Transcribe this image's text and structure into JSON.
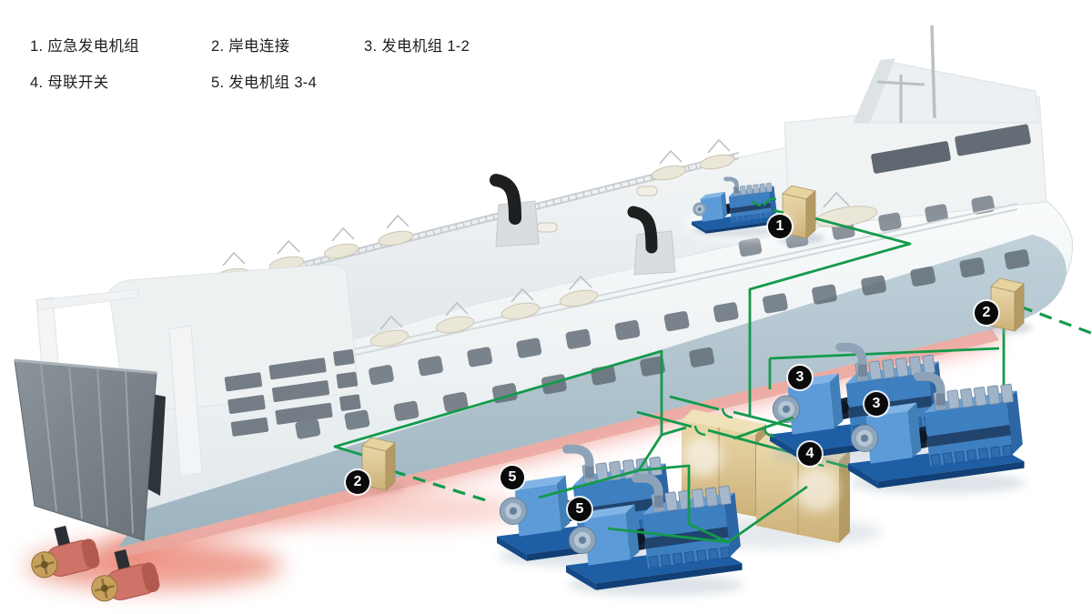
{
  "legend": {
    "item1": "1. 应急发电机组",
    "item2": "2. 岸电连接",
    "item3": "3. 发电机组 1-2",
    "item4": "4. 母联开关",
    "item5": "5. 发电机组 3-4"
  },
  "badges": {
    "emergency_genset": "1",
    "shore_connection_left": "2",
    "shore_connection_right": "2",
    "genset12_a": "3",
    "genset12_b": "3",
    "bus_tie": "4",
    "genset34_a": "5",
    "genset34_b": "5"
  },
  "colors": {
    "power_line_green": "#149a4c",
    "switchboard_tan": "#cfb37c",
    "generator_blue": "#3e7fc0",
    "badge_black": "#0a0a0a",
    "hull_band_blue": "#aec3cd",
    "hull_glow_red": "#e4604a"
  }
}
